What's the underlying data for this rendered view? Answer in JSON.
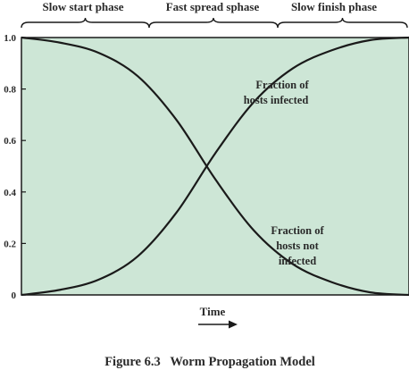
{
  "chart_data": {
    "type": "line",
    "xlabel": "Time",
    "ylim": [
      0,
      1.0
    ],
    "yticks": [
      "0",
      "0.2",
      "0.4",
      "0.6",
      "0.8",
      "1.0"
    ],
    "ytick_values": [
      0,
      0.2,
      0.4,
      0.6,
      0.8,
      1.0
    ],
    "grid": false,
    "background_color": "#cde6d6",
    "line_color": "#1a1a1a",
    "phases": [
      "Slow start phase",
      "Fast spread sphase",
      "Slow finish phase"
    ],
    "series": [
      {
        "annotation": [
          "Fraction of",
          "hosts infected"
        ],
        "x": [
          0,
          0.1,
          0.2,
          0.3,
          0.4,
          0.5,
          0.6,
          0.7,
          0.8,
          0.9,
          1.0
        ],
        "values": [
          0.0,
          0.02,
          0.06,
          0.15,
          0.32,
          0.55,
          0.75,
          0.88,
          0.95,
          0.99,
          1.0
        ]
      },
      {
        "annotation": [
          "Fraction of",
          "hosts not",
          "infected"
        ],
        "x": [
          0,
          0.1,
          0.2,
          0.3,
          0.4,
          0.5,
          0.6,
          0.7,
          0.8,
          0.9,
          1.0
        ],
        "values": [
          1.0,
          0.98,
          0.94,
          0.85,
          0.68,
          0.45,
          0.25,
          0.12,
          0.05,
          0.01,
          0.0
        ]
      }
    ]
  },
  "caption": "Figure 6.3   Worm Propagation Model"
}
